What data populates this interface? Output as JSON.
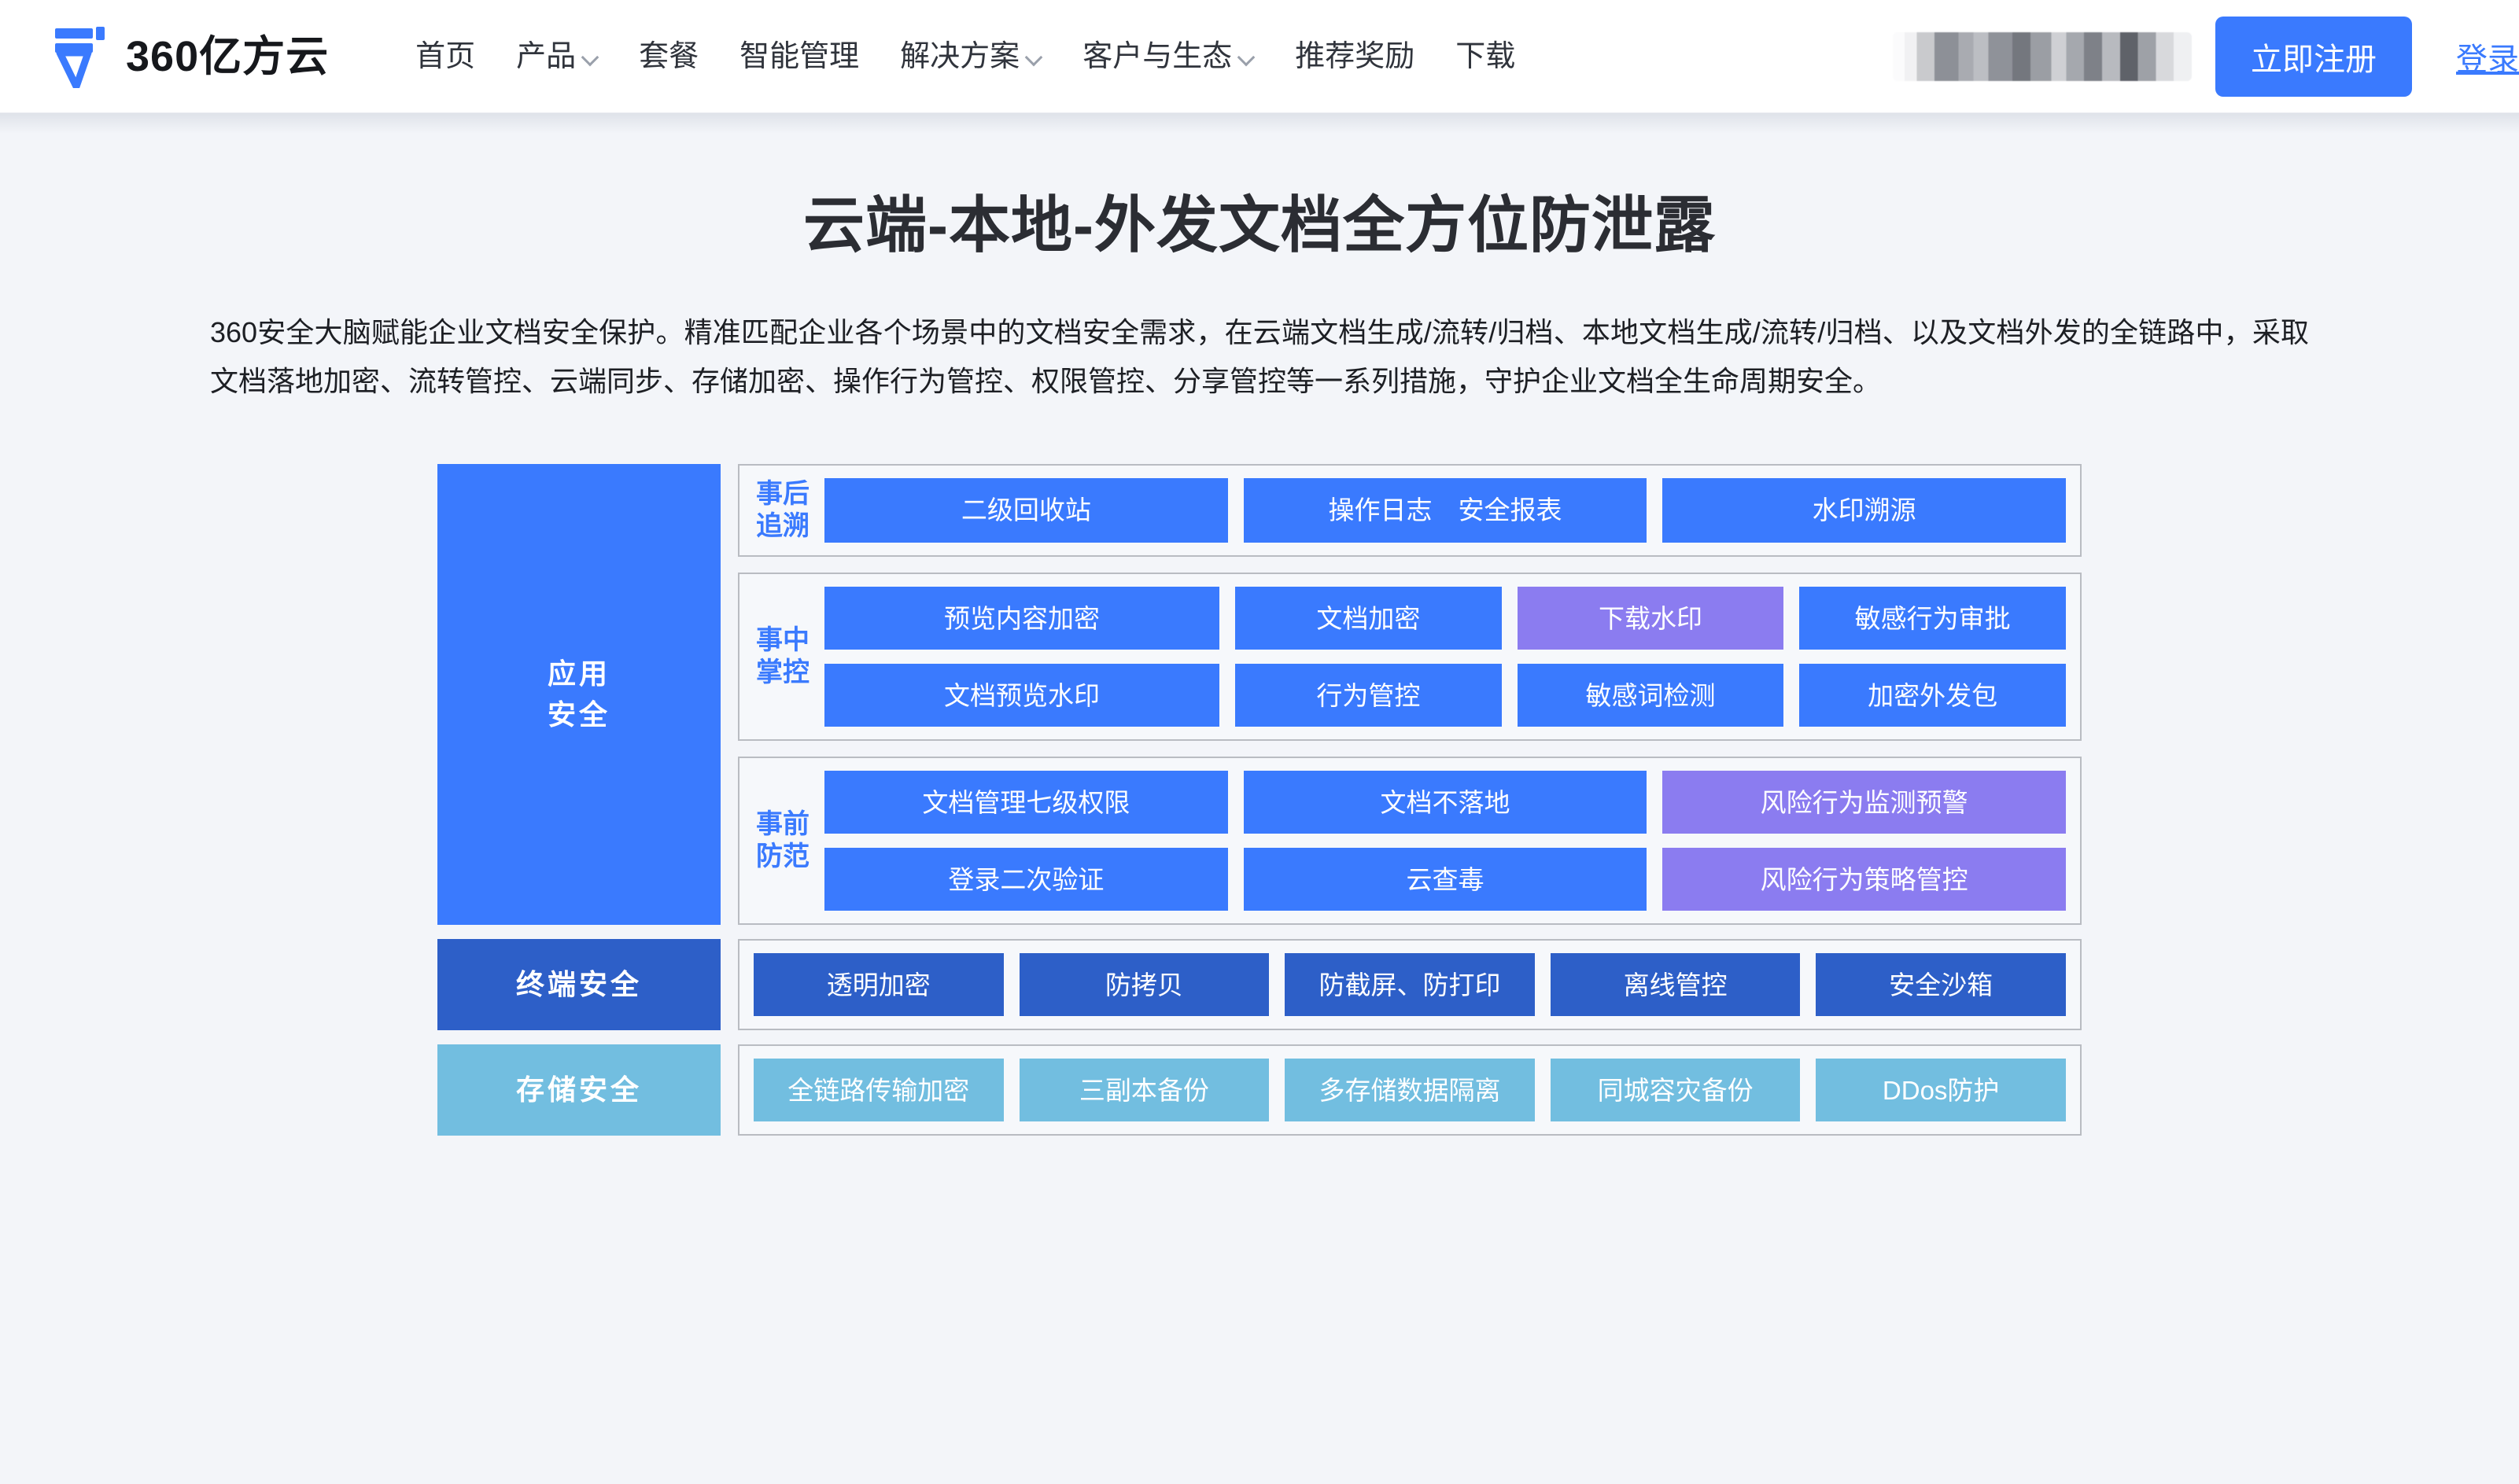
{
  "header": {
    "brand": {
      "name": "360亿方云",
      "logo_icon": "360-yifangyun-logo-icon"
    },
    "nav": [
      {
        "label": "首页",
        "has_caret": false
      },
      {
        "label": "产品",
        "has_caret": true
      },
      {
        "label": "套餐",
        "has_caret": false
      },
      {
        "label": "智能管理",
        "has_caret": false
      },
      {
        "label": "解决方案",
        "has_caret": true
      },
      {
        "label": "客户与生态",
        "has_caret": true
      },
      {
        "label": "推荐奖励",
        "has_caret": false
      },
      {
        "label": "下载",
        "has_caret": false
      }
    ],
    "register_label": "立即注册",
    "login_label": "登录",
    "accent_color": "#3a7afe"
  },
  "hero": {
    "title": "云端-本地-外发文档全方位防泄露",
    "description": "360安全大脑赋能企业文档安全保护。精准匹配企业各个场景中的文档安全需求，在云端文档生成/流转/归档、本地文档生成/流转/归档、以及文档外发的全链路中，采取文档落地加密、流转管控、云端同步、存储加密、操作行为管控、权限管控、分享管控等一系列措施，守护企业文档全生命周期安全。"
  },
  "diagram": {
    "layers": [
      {
        "label": "应用\n安全",
        "label_line1": "应用",
        "label_line2": "安全",
        "color": "#3a7afe",
        "groups": [
          {
            "label_line1": "事后",
            "label_line2": "追溯",
            "rows": [
              [
                {
                  "text": "二级回收站",
                  "color": "blue",
                  "flex": "f6"
                },
                {
                  "text": "操作日志　安全报表",
                  "color": "blue",
                  "flex": "f6"
                },
                {
                  "text": "水印溯源",
                  "color": "blue",
                  "flex": "f6"
                }
              ]
            ]
          },
          {
            "label_line1": "事中",
            "label_line2": "掌控",
            "rows": [
              [
                {
                  "text": "预览内容加密",
                  "color": "blue",
                  "flex": "f6"
                },
                {
                  "text": "文档加密",
                  "color": "blue",
                  "flex": "f4"
                },
                {
                  "text": "下载水印",
                  "color": "purple",
                  "flex": "f4"
                },
                {
                  "text": "敏感行为审批",
                  "color": "blue",
                  "flex": "f4"
                }
              ],
              [
                {
                  "text": "文档预览水印",
                  "color": "blue",
                  "flex": "f6"
                },
                {
                  "text": "行为管控",
                  "color": "blue",
                  "flex": "f4"
                },
                {
                  "text": "敏感词检测",
                  "color": "blue",
                  "flex": "f4"
                },
                {
                  "text": "加密外发包",
                  "color": "blue",
                  "flex": "f4"
                }
              ]
            ]
          },
          {
            "label_line1": "事前",
            "label_line2": "防范",
            "rows": [
              [
                {
                  "text": "文档管理七级权限",
                  "color": "blue",
                  "flex": "f6"
                },
                {
                  "text": "文档不落地",
                  "color": "blue",
                  "flex": "f6"
                },
                {
                  "text": "风险行为监测预警",
                  "color": "purple",
                  "flex": "f6"
                }
              ],
              [
                {
                  "text": "登录二次验证",
                  "color": "blue",
                  "flex": "f6"
                },
                {
                  "text": "云查毒",
                  "color": "blue",
                  "flex": "f6"
                },
                {
                  "text": "风险行为策略管控",
                  "color": "purple",
                  "flex": "f6"
                }
              ]
            ]
          }
        ]
      },
      {
        "label_line1": "终端安全",
        "label_line2": "",
        "color": "#2d5fc8",
        "groups": [
          {
            "label_line1": "",
            "label_line2": "",
            "rows": [
              [
                {
                  "text": "透明加密",
                  "color": "deep",
                  "flex": "f1"
                },
                {
                  "text": "防拷贝",
                  "color": "deep",
                  "flex": "f1"
                },
                {
                  "text": "防截屏、防打印",
                  "color": "deep",
                  "flex": "f1"
                },
                {
                  "text": "离线管控",
                  "color": "deep",
                  "flex": "f1"
                },
                {
                  "text": "安全沙箱",
                  "color": "deep",
                  "flex": "f1"
                }
              ]
            ]
          }
        ]
      },
      {
        "label_line1": "存储安全",
        "label_line2": "",
        "color": "#72bee0",
        "groups": [
          {
            "label_line1": "",
            "label_line2": "",
            "rows": [
              [
                {
                  "text": "全链路传输加密",
                  "color": "cyan",
                  "flex": "f1"
                },
                {
                  "text": "三副本备份",
                  "color": "cyan",
                  "flex": "f1"
                },
                {
                  "text": "多存储数据隔离",
                  "color": "cyan",
                  "flex": "f1"
                },
                {
                  "text": "同城容灾备份",
                  "color": "cyan",
                  "flex": "f1"
                },
                {
                  "text": "DDos防护",
                  "color": "cyan",
                  "flex": "f1"
                }
              ]
            ]
          }
        ]
      }
    ]
  }
}
